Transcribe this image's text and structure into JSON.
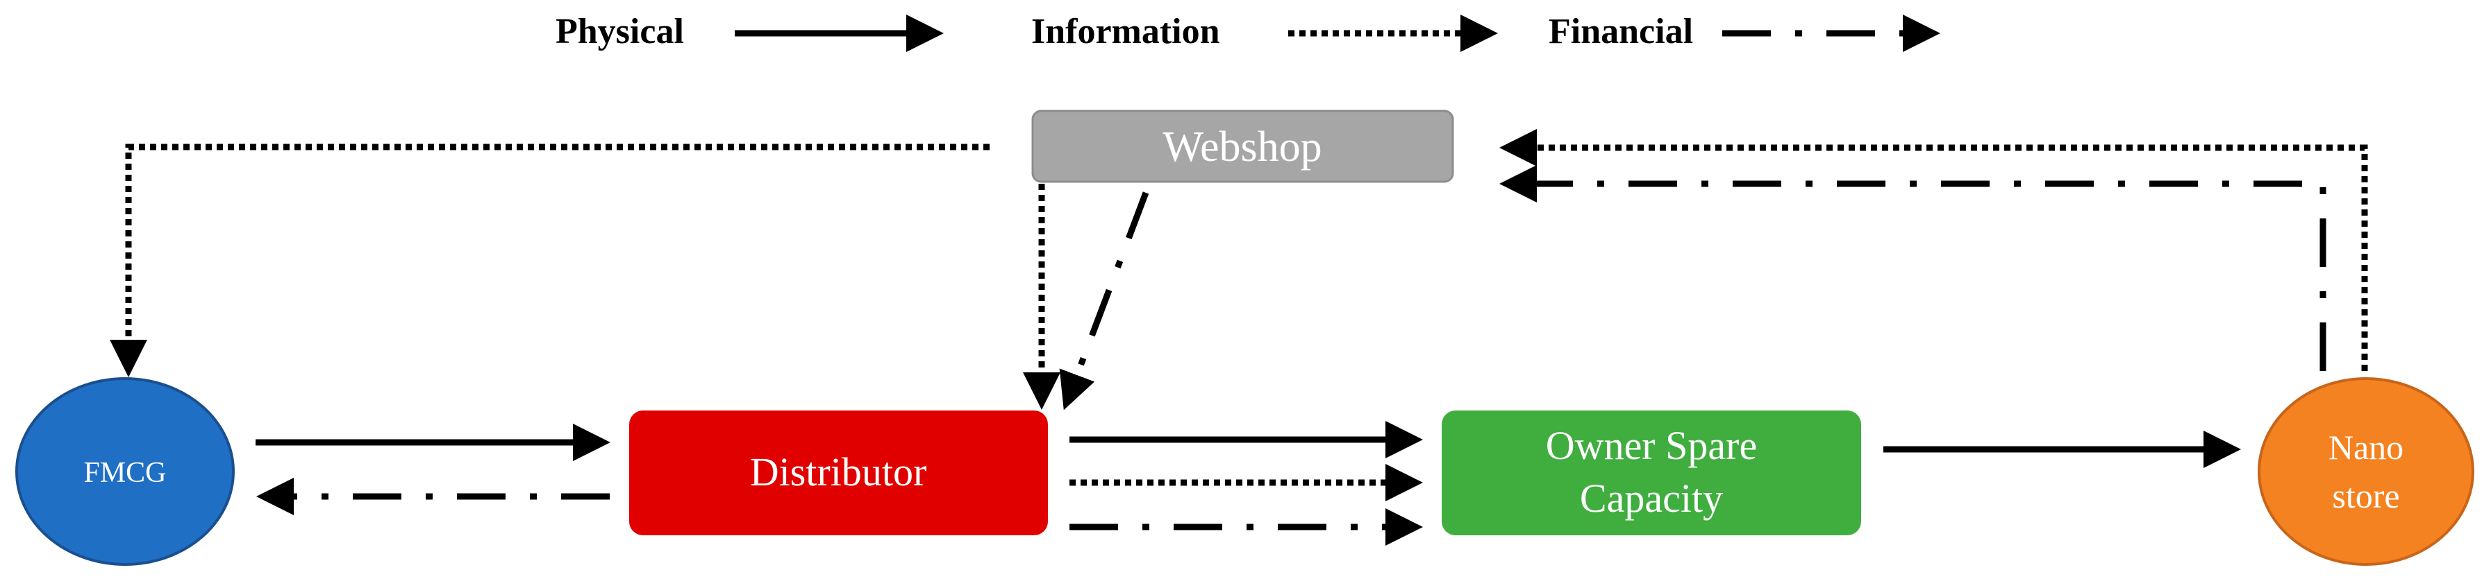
{
  "legend": {
    "physical": "Physical",
    "information": "Information",
    "financial": "Financial"
  },
  "nodes": {
    "webshop": "Webshop",
    "fmcg": "FMCG",
    "distributor": "Distributor",
    "owner_line1": "Owner Spare",
    "owner_line2": "Capacity",
    "nano_line1": "Nano",
    "nano_line2": "store"
  },
  "colors": {
    "webshop": "#a6a6a6",
    "fmcg": "#1f6fc5",
    "distributor": "#e00000",
    "owner": "#3fae3f",
    "nano": "#f58220"
  }
}
